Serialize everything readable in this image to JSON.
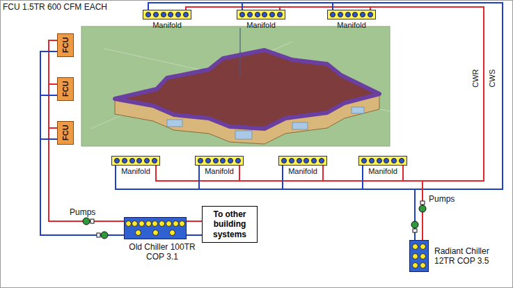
{
  "diagram": {
    "nodes": [
      {
        "text": [
          "FCU"
        ]
      },
      {
        "text": [
          "FCU"
        ]
      },
      {
        "text": [
          "FCU"
        ]
      },
      {
        "text": [
          "Manifold"
        ]
      },
      {
        "text": [
          "Manifold"
        ]
      },
      {
        "text": [
          "Manifold"
        ]
      },
      {
        "text": [
          "Manifold"
        ]
      },
      {
        "text": [
          "Manifold"
        ]
      },
      {
        "text": [
          "Manifold"
        ]
      },
      {
        "text": [
          "Manifold"
        ]
      },
      {
        "text": [
          "Old Chiller 100TR COP 3.1"
        ]
      },
      {
        "text": [
          "To other building systems"
        ]
      },
      {
        "text": [
          "Radiant Chiller 12TR COP 3.5"
        ]
      }
    ],
    "edges": [
      {
        "from": 10,
        "to": 0,
        "arrow": "none"
      },
      {
        "from": 10,
        "to": 1,
        "arrow": "none"
      },
      {
        "from": 10,
        "to": 2,
        "arrow": "none"
      },
      {
        "from": 10,
        "to": 11,
        "arrow": "none"
      },
      {
        "from": 12,
        "to": 3,
        "arrow": "none"
      },
      {
        "from": 12,
        "to": 4,
        "arrow": "none"
      },
      {
        "from": 12,
        "to": 5,
        "arrow": "none"
      },
      {
        "from": 12,
        "to": 6,
        "arrow": "none"
      },
      {
        "from": 12,
        "to": 7,
        "arrow": "none"
      },
      {
        "from": 12,
        "to": 8,
        "arrow": "none"
      },
      {
        "from": 12,
        "to": 9,
        "arrow": "none"
      }
    ],
    "labels": [
      "FCU 1.5TR 600 CFM EACH",
      "Pumps",
      "Pumps",
      "CWR",
      "CWS"
    ]
  }
}
